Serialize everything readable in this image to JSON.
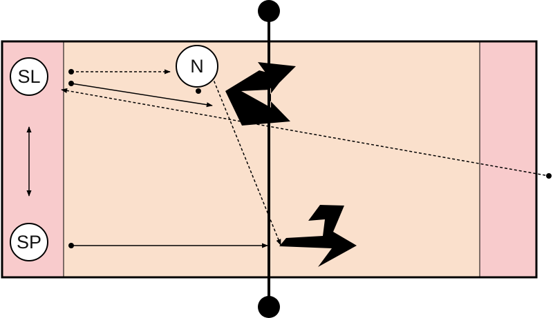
{
  "diagram": {
    "players": {
      "sl": {
        "label": "SL"
      },
      "sp": {
        "label": "SP"
      },
      "n": {
        "label": "N"
      }
    },
    "colors": {
      "end_zone": "#f8cbcc",
      "court": "#fae0cc",
      "outline": "#000000",
      "player_fill": "#ffffff"
    },
    "icons": [
      "zigzag-attack-arrow-icon",
      "double-headed-arrow-icon",
      "net-post-icon"
    ]
  }
}
